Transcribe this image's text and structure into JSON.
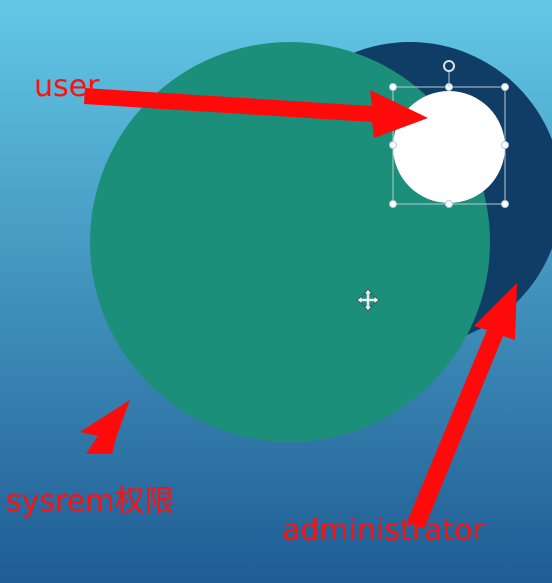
{
  "colors": {
    "background_top": "#63c8e6",
    "background_bottom": "#1f5c93",
    "system_circle": "#1b8f7a",
    "administrator_circle": "#0f3d66",
    "user_circle": "#ffffff",
    "arrow": "#ff0a0a",
    "label_text": "#ff1010",
    "selection_box": "#b9cad3"
  },
  "labels": {
    "user": "user",
    "system": "sysrem权限",
    "administrator": "administrator"
  },
  "icons": {
    "move_cursor": "move-cursor-icon",
    "rotate_handle": "rotate-handle-icon"
  }
}
